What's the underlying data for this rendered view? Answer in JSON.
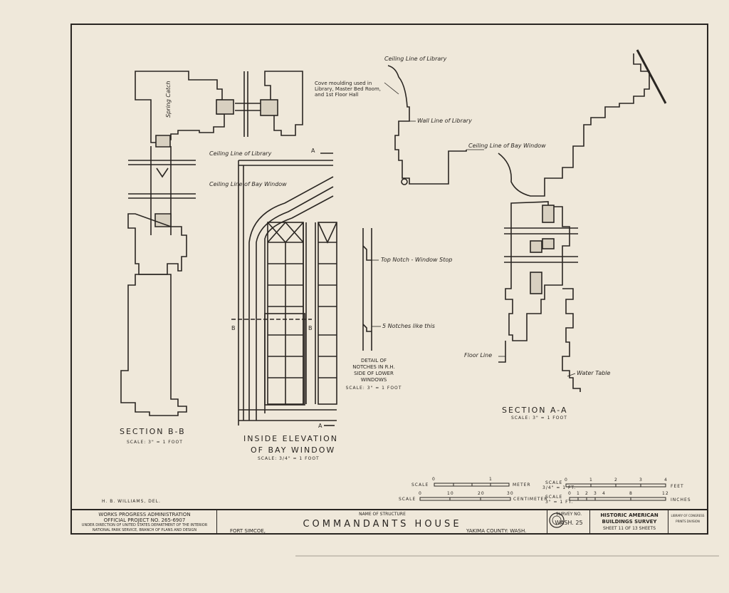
{
  "section_bb": {
    "title": "SECTION B-B",
    "scale": "SCALE: 3\" = 1 FOOT",
    "spring_catch": "Spring Catch"
  },
  "inside_elevation": {
    "title": "INSIDE ELEVATION",
    "subtitle": "OF BAY WINDOW",
    "scale": "SCALE: 3/4\" = 1 FOOT",
    "ceiling_library": "Ceiling Line of Library",
    "ceiling_bay": "Ceiling Line of Bay Window",
    "marker_a_top": "A",
    "marker_a_bottom": "A",
    "marker_b_left": "B",
    "marker_b_right": "B"
  },
  "notches_detail": {
    "top_notch": "Top Notch - Window Stop",
    "five_notches": "5 Notches like this",
    "caption_1": "DETAIL OF",
    "caption_2": "NOTCHES IN R.H.",
    "caption_3": "SIDE OF LOWER",
    "caption_4": "WINDOWS",
    "scale": "SCALE: 3\" = 1 FOOT"
  },
  "section_aa": {
    "title": "SECTION A-A",
    "scale": "SCALE: 3\" = 1 FOOT",
    "ceiling_library": "Ceiling Line of Library",
    "cove_1": "Cove moulding used in",
    "cove_2": "Library, Master Bed Room,",
    "cove_3": "and 1st Floor Hall",
    "wall_library": "Wall Line of Library",
    "ceiling_bay": "Ceiling Line of Bay Window",
    "floor_line": "Floor Line",
    "water_table": "Water Table"
  },
  "scales": {
    "scale_word": "SCALE",
    "meter": "METER",
    "centimeter": "CENTIMETER",
    "feet": "FEET",
    "inches": "INCHES",
    "m_ticks": [
      "0",
      "1"
    ],
    "cm_ticks": [
      "0",
      "10",
      "20",
      "30"
    ],
    "ft_ticks": [
      "0",
      "1",
      "2",
      "3",
      "4"
    ],
    "in_ticks": [
      "0",
      "1",
      "2",
      "3",
      "4",
      "8",
      "12"
    ],
    "ratio_ft": "3/4\" = 1 FT.",
    "ratio_in": "3\" = 1 FT."
  },
  "delineator": "H. B. WILLIAMS, DEL.",
  "title_block": {
    "wpa_1": "WORKS PROGRESS ADMINISTRATION",
    "wpa_2": "OFFICIAL PROJECT NO. 265-6907",
    "wpa_3": "UNDER DIRECTION OF UNITED STATES DEPARTMENT OF THE INTERIOR",
    "wpa_4": "NATIONAL PARK SERVICE, BRANCH OF PLANS AND DESIGN",
    "name_label": "NAME OF STRUCTURE",
    "structure": "COMMANDANTS HOUSE",
    "location_left": "FORT SIMCOE,",
    "location_right": "YAKIMA COUNTY: WASH.",
    "survey_label": "SURVEY NO.",
    "survey_no": "WASH. 25",
    "habs_1": "HISTORIC AMERICAN",
    "habs_2": "BUILDINGS SURVEY",
    "sheet": "SHEET 11 OF 13 SHEETS",
    "lib_1": "LIBRARY OF CONGRESS",
    "lib_2": "PRINTS DIVISION"
  }
}
